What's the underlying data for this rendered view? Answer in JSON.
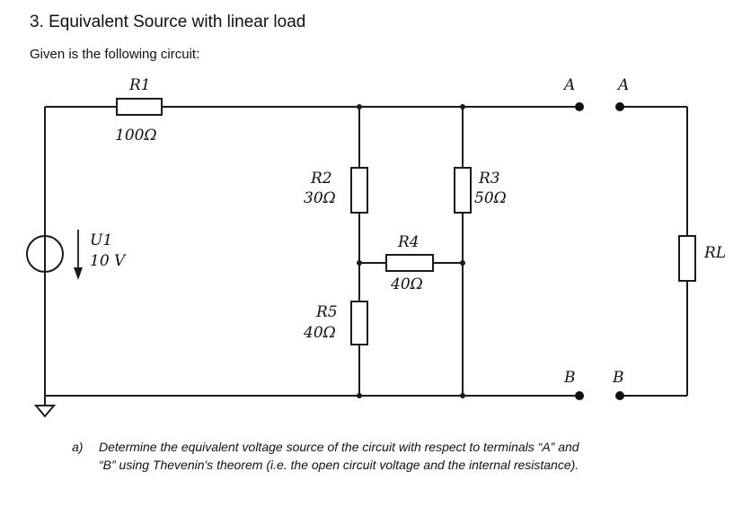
{
  "heading": "3. Equivalent Source with linear load",
  "given": "Given is the following circuit:",
  "components": {
    "r1": {
      "name": "R1",
      "value": "100Ω"
    },
    "r2": {
      "name": "R2",
      "value": "30Ω"
    },
    "r3": {
      "name": "R3",
      "value": "50Ω"
    },
    "r4": {
      "name": "R4",
      "value": "40Ω"
    },
    "r5": {
      "name": "R5",
      "value": "40Ω"
    },
    "u1": {
      "name": "U1",
      "value": "10 V"
    },
    "rl": {
      "name": "RL"
    }
  },
  "terminals": {
    "a_left": "A",
    "a_right": "A",
    "b_left": "B",
    "b_right": "B"
  },
  "question": {
    "letter": "a)",
    "line1": "Determine the equivalent voltage source of the circuit with respect to terminals “A” and",
    "line2": "“B” using Thevenin's theorem (i.e. the open circuit voltage and the internal resistance)."
  }
}
